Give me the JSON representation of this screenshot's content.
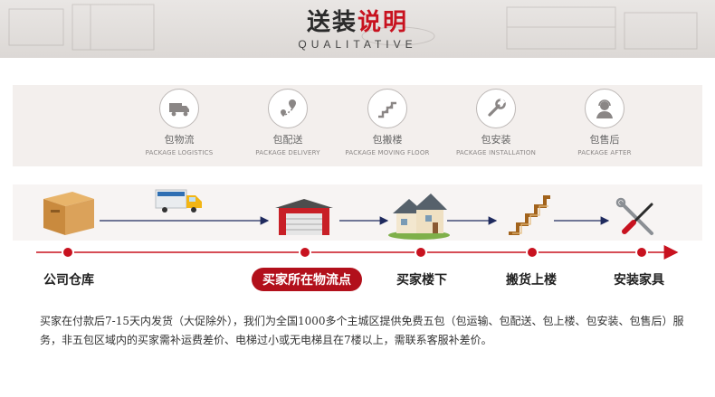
{
  "header": {
    "title_black": "送装",
    "title_red": "说明",
    "subtitle": "QUALITATIVE"
  },
  "services": [
    {
      "cn": "包物流",
      "en": "PACKAGE LOGISTICS",
      "icon": "truck-icon"
    },
    {
      "cn": "包配送",
      "en": "PACKAGE DELIVERY",
      "icon": "route-pin-icon"
    },
    {
      "cn": "包搬楼",
      "en": "PACKAGE MOVING FLOOR",
      "icon": "stairs-icon"
    },
    {
      "cn": "包安装",
      "en": "PACKAGE INSTALLATION",
      "icon": "wrench-icon"
    },
    {
      "cn": "包售后",
      "en": "PACKAGE AFTER",
      "icon": "support-agent-icon"
    }
  ],
  "flow": {
    "stages": [
      {
        "label": "公司仓库",
        "icon": "cardboard-box-icon",
        "highlight": false
      },
      {
        "label": "买家所在物流点",
        "icon": "warehouse-icon",
        "highlight": true
      },
      {
        "label": "买家楼下",
        "icon": "house-icon",
        "highlight": false
      },
      {
        "label": "搬货上楼",
        "icon": "stairs-icon",
        "highlight": false
      },
      {
        "label": "安装家具",
        "icon": "tools-icon",
        "highlight": false
      }
    ],
    "transport_icon": "delivery-truck-icon"
  },
  "note": "买家在付款后7-15天内发货（大促除外），我们为全国1000多个主城区提供免费五包（包运输、包配送、包上楼、包安装、包售后）服务，非五包区域内的买家需补运费差价、电梯过小或无电梯且在7楼以上，需联系客服补差价。",
  "colors": {
    "accent": "#c8121f",
    "highlight_bg": "#b2101b",
    "band_bg": "#f3efed",
    "arrow_navy": "#1f2a5e"
  }
}
